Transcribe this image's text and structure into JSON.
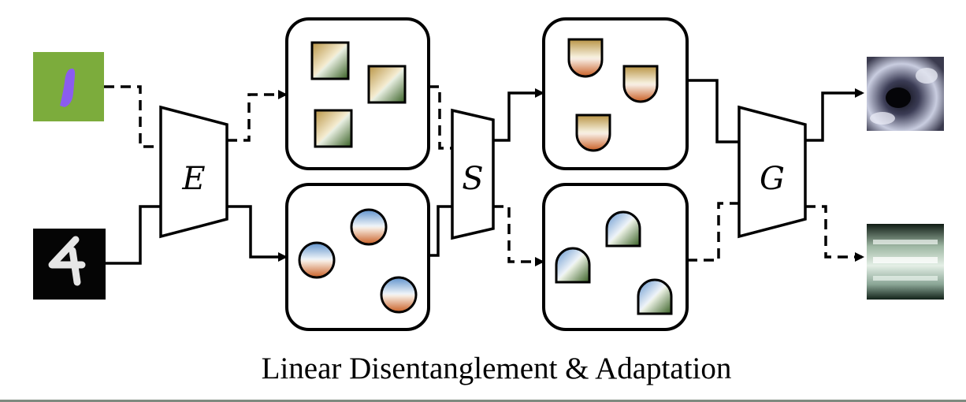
{
  "blocks": {
    "encoder": "E",
    "separator": "S",
    "generator": "G"
  },
  "caption": "Linear Disentanglement & Adaptation",
  "colors": {
    "line": "#000000",
    "input_green": "#7cac3c",
    "input_purple": "#8b5cf0",
    "style_gold": "#c9a85a",
    "style_green": "#3f6a2a",
    "content_blue": "#7fa9d8",
    "content_orange": "#d0703a"
  },
  "icons": {
    "input_top": "green-image-with-purple-digit-icon",
    "input_bottom": "handwritten-digit-four-icon",
    "output_top": "dark-blurry-output-icon",
    "output_bottom": "green-blurry-output-icon"
  }
}
